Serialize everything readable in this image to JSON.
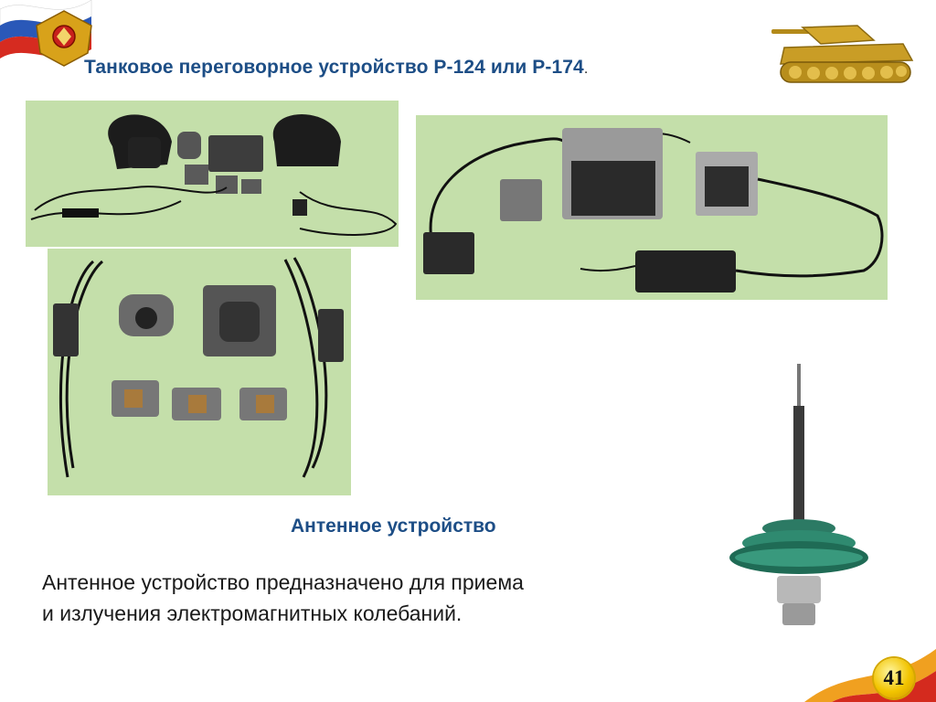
{
  "slide": {
    "title": "Танковое переговорное устройство Р-124 или Р-174",
    "title_period": ".",
    "subheading": "Антенное устройство",
    "body_lines": [
      "Антенное устройство предназначено для приема",
      "и излучения электромагнитных колебаний."
    ],
    "page_number": "41"
  },
  "images": {
    "headsets": "tank-headsets-and-intercom-units-photo",
    "boxes": "intercom-control-boxes-with-cables-photo",
    "connectors": "intercom-connectors-and-cables-photo",
    "antenna": "antenna-device-photo",
    "emblem": "army-emblem-with-flag",
    "tank": "gold-tank-badge"
  },
  "colors": {
    "title": "#1d4e86",
    "photo_background": "#c4dfaa",
    "page_badge": "#f2c400",
    "ribbon_red": "#d42a1e",
    "ribbon_orange": "#f0a020"
  }
}
